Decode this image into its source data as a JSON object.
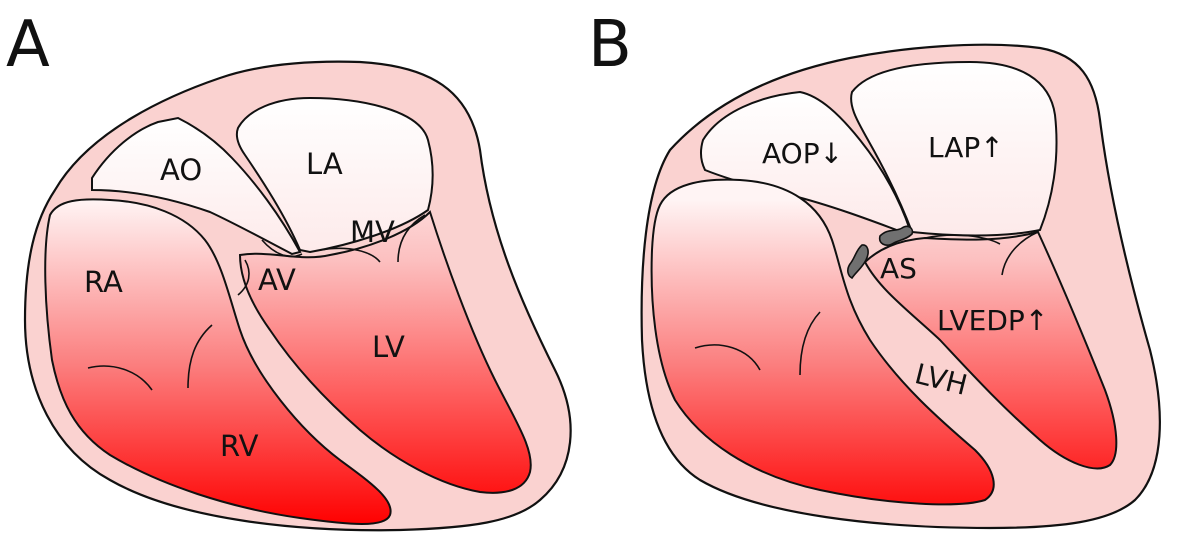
{
  "panels": [
    {
      "letter": "A",
      "labels": {
        "ao": "AO",
        "la": "LA",
        "mv": "MV",
        "av": "AV",
        "ra": "RA",
        "lv": "LV",
        "rv": "RV"
      }
    },
    {
      "letter": "B",
      "labels": {
        "aop": "AOP↓",
        "lap": "LAP↑",
        "as": "AS",
        "lvedp": "LVEDP↑",
        "lvh": "LVH"
      }
    }
  ],
  "colors": {
    "wall": "#fad2d0",
    "chamber_top": "#ffffff",
    "chamber_bottom": "#ff0000",
    "stenosis": "#707070",
    "outline": "#111111"
  }
}
